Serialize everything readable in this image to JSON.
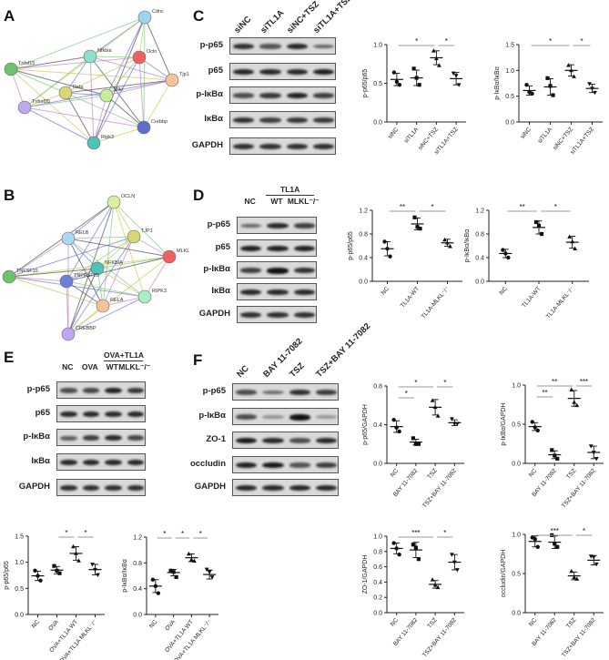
{
  "panels": {
    "A": "A",
    "B": "B",
    "C": "C",
    "D": "D",
    "E": "E",
    "F": "F"
  },
  "networks": [
    {
      "id": "A",
      "nodes": [
        "Cdnc",
        "Nfkbia",
        "Ocln",
        "Tnfsf15",
        "Tjp1",
        "Rela",
        "Mlkl",
        "Tnfrsf25",
        "Crebbp",
        "Ripk3"
      ],
      "colors": [
        "#9fd3f0",
        "#8fe0c8",
        "#f06060",
        "#6cc46c",
        "#f7c49a",
        "#d6d67a",
        "#c8ec9a",
        "#c0a8f0",
        "#5a6fd0",
        "#4cc4b8"
      ]
    },
    {
      "id": "B",
      "nodes": [
        "OCLN",
        "RELB",
        "TJP1",
        "MLKL",
        "TNFSF15",
        "NFKBIA",
        "TNFRSF25",
        "RIPK3",
        "RELA",
        "CREBBP"
      ],
      "colors": [
        "#d8f0a0",
        "#a8d8f4",
        "#d6d67a",
        "#f06060",
        "#6cc46c",
        "#4cc4b8",
        "#6a80d8",
        "#a8ecc8",
        "#f7c49a",
        "#c0a8f0"
      ]
    }
  ],
  "blots": [
    {
      "id": "C",
      "headers": [
        "siNC",
        "siTL1A",
        "siNC+TSZ",
        "siTL1A+TSZ"
      ],
      "group_header": "",
      "rows": [
        {
          "label": "p-p65",
          "bands": [
            0.8,
            0.55,
            0.85,
            0.45
          ]
        },
        {
          "label": "p65",
          "bands": [
            0.85,
            0.85,
            0.85,
            0.9
          ]
        },
        {
          "label": "p-IκBα",
          "bands": [
            0.6,
            0.75,
            0.9,
            0.7
          ]
        },
        {
          "label": "IκBα",
          "bands": [
            0.8,
            0.7,
            0.75,
            0.75
          ]
        },
        {
          "label": "GAPDH",
          "bands": [
            0.8,
            0.8,
            0.8,
            0.8
          ]
        }
      ]
    },
    {
      "id": "D",
      "headers": [
        "NC",
        "WT",
        "MLKL⁻/⁻"
      ],
      "group_header": "TL1A",
      "rows": [
        {
          "label": "p-p65",
          "bands": [
            0.45,
            0.85,
            0.7
          ]
        },
        {
          "label": "p65",
          "bands": [
            0.9,
            0.9,
            0.9
          ]
        },
        {
          "label": "p-IκBα",
          "bands": [
            0.7,
            1.0,
            0.8
          ]
        },
        {
          "label": "IκBα",
          "bands": [
            0.85,
            0.85,
            0.85
          ]
        },
        {
          "label": "GAPDH",
          "bands": [
            0.8,
            0.8,
            0.8
          ]
        }
      ]
    },
    {
      "id": "E",
      "headers": [
        "NC",
        "OVA",
        "WT",
        "MLKL⁻/⁻"
      ],
      "group_header": "OVA+TL1A",
      "rows": [
        {
          "label": "p-p65",
          "bands": [
            0.6,
            0.65,
            0.9,
            0.75
          ]
        },
        {
          "label": "p65",
          "bands": [
            0.85,
            0.85,
            0.85,
            0.85
          ]
        },
        {
          "label": "p-IκBα",
          "bands": [
            0.5,
            0.7,
            0.85,
            0.65
          ]
        },
        {
          "label": "IκBα",
          "bands": [
            0.85,
            0.85,
            0.85,
            0.85
          ]
        },
        {
          "label": "GAPDH",
          "bands": [
            0.8,
            0.8,
            0.8,
            0.8
          ]
        }
      ]
    },
    {
      "id": "F",
      "headers": [
        "NC",
        "BAY 11-7082",
        "TSZ",
        "TSZ+BAY 11-7082"
      ],
      "group_header": "",
      "rows": [
        {
          "label": "p-p65",
          "bands": [
            0.6,
            0.4,
            0.8,
            0.7
          ]
        },
        {
          "label": "p-IκBα",
          "bands": [
            0.6,
            0.15,
            1.0,
            0.12
          ]
        },
        {
          "label": "ZO-1",
          "bands": [
            0.95,
            0.85,
            0.6,
            0.85
          ]
        },
        {
          "label": "occludin",
          "bands": [
            0.9,
            0.95,
            0.55,
            0.7
          ]
        },
        {
          "label": "GAPDH",
          "bands": [
            0.85,
            0.85,
            0.85,
            0.85
          ]
        }
      ]
    }
  ],
  "chart_data": [
    {
      "type": "scatter",
      "panel": "C",
      "ylabel": "p-p65/p65",
      "ylim": [
        0,
        1.0
      ],
      "yticks": [
        "0.0",
        "0.5",
        "1.0"
      ],
      "categories": [
        "siNC",
        "siTL1A",
        "siNC+TSZ",
        "siTL1A+TSZ"
      ],
      "points": [
        [
          0.64,
          0.52,
          0.48
        ],
        [
          0.69,
          0.57,
          0.48
        ],
        [
          0.92,
          0.82,
          0.73
        ],
        [
          0.63,
          0.6,
          0.48
        ]
      ],
      "mean": [
        0.55,
        0.57,
        0.83,
        0.56
      ],
      "sd": [
        0.08,
        0.1,
        0.09,
        0.08
      ],
      "significance": [
        {
          "from": 0,
          "to": 2,
          "label": "*"
        },
        {
          "from": 2,
          "to": 3,
          "label": "*"
        }
      ]
    },
    {
      "type": "scatter",
      "panel": "C",
      "ylabel": "p-IκBα/IκBα",
      "ylim": [
        0,
        1.5
      ],
      "yticks": [
        "0.0",
        "0.5",
        "1.0",
        "1.5"
      ],
      "categories": [
        "siNC",
        "siTL1A",
        "siNC+TSZ",
        "siTL1A+TSZ"
      ],
      "points": [
        [
          0.72,
          0.58,
          0.55
        ],
        [
          0.85,
          0.7,
          0.52
        ],
        [
          1.1,
          1.0,
          0.88
        ],
        [
          0.74,
          0.65,
          0.57
        ]
      ],
      "mean": [
        0.61,
        0.68,
        1.0,
        0.65
      ],
      "sd": [
        0.09,
        0.16,
        0.11,
        0.08
      ],
      "significance": [
        {
          "from": 0,
          "to": 2,
          "label": "*"
        },
        {
          "from": 2,
          "to": 3,
          "label": "*"
        }
      ]
    },
    {
      "type": "scatter",
      "panel": "D",
      "ylabel": "p-p65/p65",
      "ylim": [
        0,
        1.2
      ],
      "yticks": [
        "0.0",
        "0.4",
        "0.8",
        "1.2"
      ],
      "categories": [
        "NC",
        "TL1A-WT",
        "TL1A-MLKL⁻/⁻"
      ],
      "points": [
        [
          0.67,
          0.55,
          0.42
        ],
        [
          1.08,
          0.92,
          0.89
        ],
        [
          0.7,
          0.65,
          0.59
        ]
      ],
      "mean": [
        0.55,
        0.97,
        0.65
      ],
      "sd": [
        0.12,
        0.1,
        0.06
      ],
      "significance": [
        {
          "from": 0,
          "to": 1,
          "label": "**"
        },
        {
          "from": 1,
          "to": 2,
          "label": "*"
        }
      ]
    },
    {
      "type": "scatter",
      "panel": "D",
      "ylabel": "p-IκBα/IκBα",
      "ylim": [
        0,
        1.2
      ],
      "yticks": [
        "0.0",
        "0.4",
        "0.8",
        "1.2"
      ],
      "categories": [
        "NC",
        "TL1A-WT",
        "TL1A-MLKL⁻/⁻"
      ],
      "points": [
        [
          0.53,
          0.47,
          0.4
        ],
        [
          1.0,
          0.94,
          0.8
        ],
        [
          0.75,
          0.67,
          0.55
        ]
      ],
      "mean": [
        0.47,
        0.91,
        0.66
      ],
      "sd": [
        0.07,
        0.11,
        0.1
      ],
      "significance": [
        {
          "from": 0,
          "to": 1,
          "label": "**"
        },
        {
          "from": 1,
          "to": 2,
          "label": "*"
        }
      ]
    },
    {
      "type": "scatter",
      "panel": "E",
      "ylabel": "p-p65/p65",
      "ylim": [
        0,
        1.5
      ],
      "yticks": [
        "0.0",
        "0.5",
        "1.0",
        "1.5"
      ],
      "categories": [
        "NC",
        "OVA",
        "OVA+TL1A WT",
        "OVA+TL1A MLKL⁻/⁻"
      ],
      "points": [
        [
          0.84,
          0.74,
          0.65
        ],
        [
          0.93,
          0.84,
          0.79
        ],
        [
          1.3,
          1.17,
          1.03
        ],
        [
          0.96,
          0.86,
          0.76
        ]
      ],
      "mean": [
        0.74,
        0.85,
        1.17,
        0.86
      ],
      "sd": [
        0.09,
        0.07,
        0.13,
        0.1
      ],
      "significance": [
        {
          "from": 1,
          "to": 2,
          "label": "*"
        },
        {
          "from": 2,
          "to": 3,
          "label": "*"
        }
      ]
    },
    {
      "type": "scatter",
      "panel": "E",
      "ylabel": "p-IκBα/IκBα",
      "ylim": [
        0,
        1.2
      ],
      "yticks": [
        "0.0",
        "0.4",
        "0.8",
        "1.2"
      ],
      "categories": [
        "NC",
        "OVA",
        "OVA+TL1A WT",
        "OVA+TL1A MLKL⁻/⁻"
      ],
      "points": [
        [
          0.54,
          0.44,
          0.33
        ],
        [
          0.68,
          0.66,
          0.58
        ],
        [
          0.94,
          0.85,
          0.83
        ],
        [
          0.7,
          0.66,
          0.58
        ]
      ],
      "mean": [
        0.44,
        0.65,
        0.88,
        0.62
      ],
      "sd": [
        0.1,
        0.05,
        0.06,
        0.07
      ],
      "significance": [
        {
          "from": 0,
          "to": 1,
          "label": "*"
        },
        {
          "from": 1,
          "to": 2,
          "label": "*"
        },
        {
          "from": 2,
          "to": 3,
          "label": "*"
        }
      ]
    },
    {
      "type": "scatter",
      "panel": "F",
      "ylabel": "p-p65/GAPDH",
      "ylim": [
        0,
        0.8
      ],
      "yticks": [
        "0.0",
        "0.4",
        "0.8"
      ],
      "categories": [
        "NC",
        "BAY 11-7082",
        "TSZ",
        "TSZ+BAY 11-7082"
      ],
      "points": [
        [
          0.45,
          0.37,
          0.33
        ],
        [
          0.26,
          0.2,
          0.2
        ],
        [
          0.65,
          0.58,
          0.49
        ],
        [
          0.46,
          0.41,
          0.41
        ]
      ],
      "mean": [
        0.38,
        0.22,
        0.58,
        0.42
      ],
      "sd": [
        0.06,
        0.03,
        0.08,
        0.03
      ],
      "significance": [
        {
          "from": 0,
          "to": 2,
          "label": "*"
        },
        {
          "from": 2,
          "to": 3,
          "label": "*"
        },
        {
          "from": 0,
          "to": 1,
          "label": "*"
        }
      ]
    },
    {
      "type": "scatter",
      "panel": "F",
      "ylabel": "p-IκBα/GAPDH",
      "ylim": [
        0,
        1.0
      ],
      "yticks": [
        "0.0",
        "0.5",
        "1.0"
      ],
      "categories": [
        "NC",
        "BAY 11-7082",
        "TSZ",
        "TSZ+BAY 11-7082"
      ],
      "points": [
        [
          0.53,
          0.46,
          0.42
        ],
        [
          0.17,
          0.1,
          0.06
        ],
        [
          0.94,
          0.78,
          0.74
        ],
        [
          0.22,
          0.14,
          0.06
        ]
      ],
      "mean": [
        0.47,
        0.11,
        0.83,
        0.14
      ],
      "sd": [
        0.05,
        0.05,
        0.1,
        0.08
      ],
      "significance": [
        {
          "from": 0,
          "to": 2,
          "label": "**"
        },
        {
          "from": 2,
          "to": 3,
          "label": "***"
        },
        {
          "from": 0,
          "to": 1,
          "label": "**"
        }
      ]
    },
    {
      "type": "scatter",
      "panel": "F",
      "ylabel": "ZO-1/GAPDH",
      "ylim": [
        0,
        1.0
      ],
      "yticks": [
        "0.0",
        "0.2",
        "0.4",
        "0.6",
        "0.8",
        "1.0"
      ],
      "categories": [
        "NC",
        "BAY 11-7082",
        "TSZ",
        "TSZ+BAY 11-7082"
      ],
      "points": [
        [
          0.91,
          0.84,
          0.76
        ],
        [
          0.89,
          0.85,
          0.7
        ],
        [
          0.43,
          0.36,
          0.33
        ],
        [
          0.76,
          0.66,
          0.56
        ]
      ],
      "mean": [
        0.84,
        0.82,
        0.37,
        0.66
      ],
      "sd": [
        0.07,
        0.1,
        0.05,
        0.1
      ],
      "significance": [
        {
          "from": 0,
          "to": 2,
          "label": "***"
        },
        {
          "from": 2,
          "to": 3,
          "label": "*"
        }
      ]
    },
    {
      "type": "scatter",
      "panel": "F",
      "ylabel": "occludin/GAPDH",
      "ylim": [
        0,
        1.0
      ],
      "yticks": [
        "0.0",
        "0.5",
        "1.0"
      ],
      "categories": [
        "NC",
        "BAY 11-7082",
        "TSZ",
        "TSZ+BAY 11-7082"
      ],
      "points": [
        [
          0.96,
          0.94,
          0.84
        ],
        [
          0.99,
          0.88,
          0.84
        ],
        [
          0.53,
          0.45,
          0.43
        ],
        [
          0.72,
          0.71,
          0.62
        ]
      ],
      "mean": [
        0.91,
        0.9,
        0.47,
        0.67
      ],
      "sd": [
        0.07,
        0.08,
        0.05,
        0.06
      ],
      "significance": [
        {
          "from": 0,
          "to": 2,
          "label": "***"
        },
        {
          "from": 2,
          "to": 3,
          "label": "*"
        }
      ]
    }
  ]
}
